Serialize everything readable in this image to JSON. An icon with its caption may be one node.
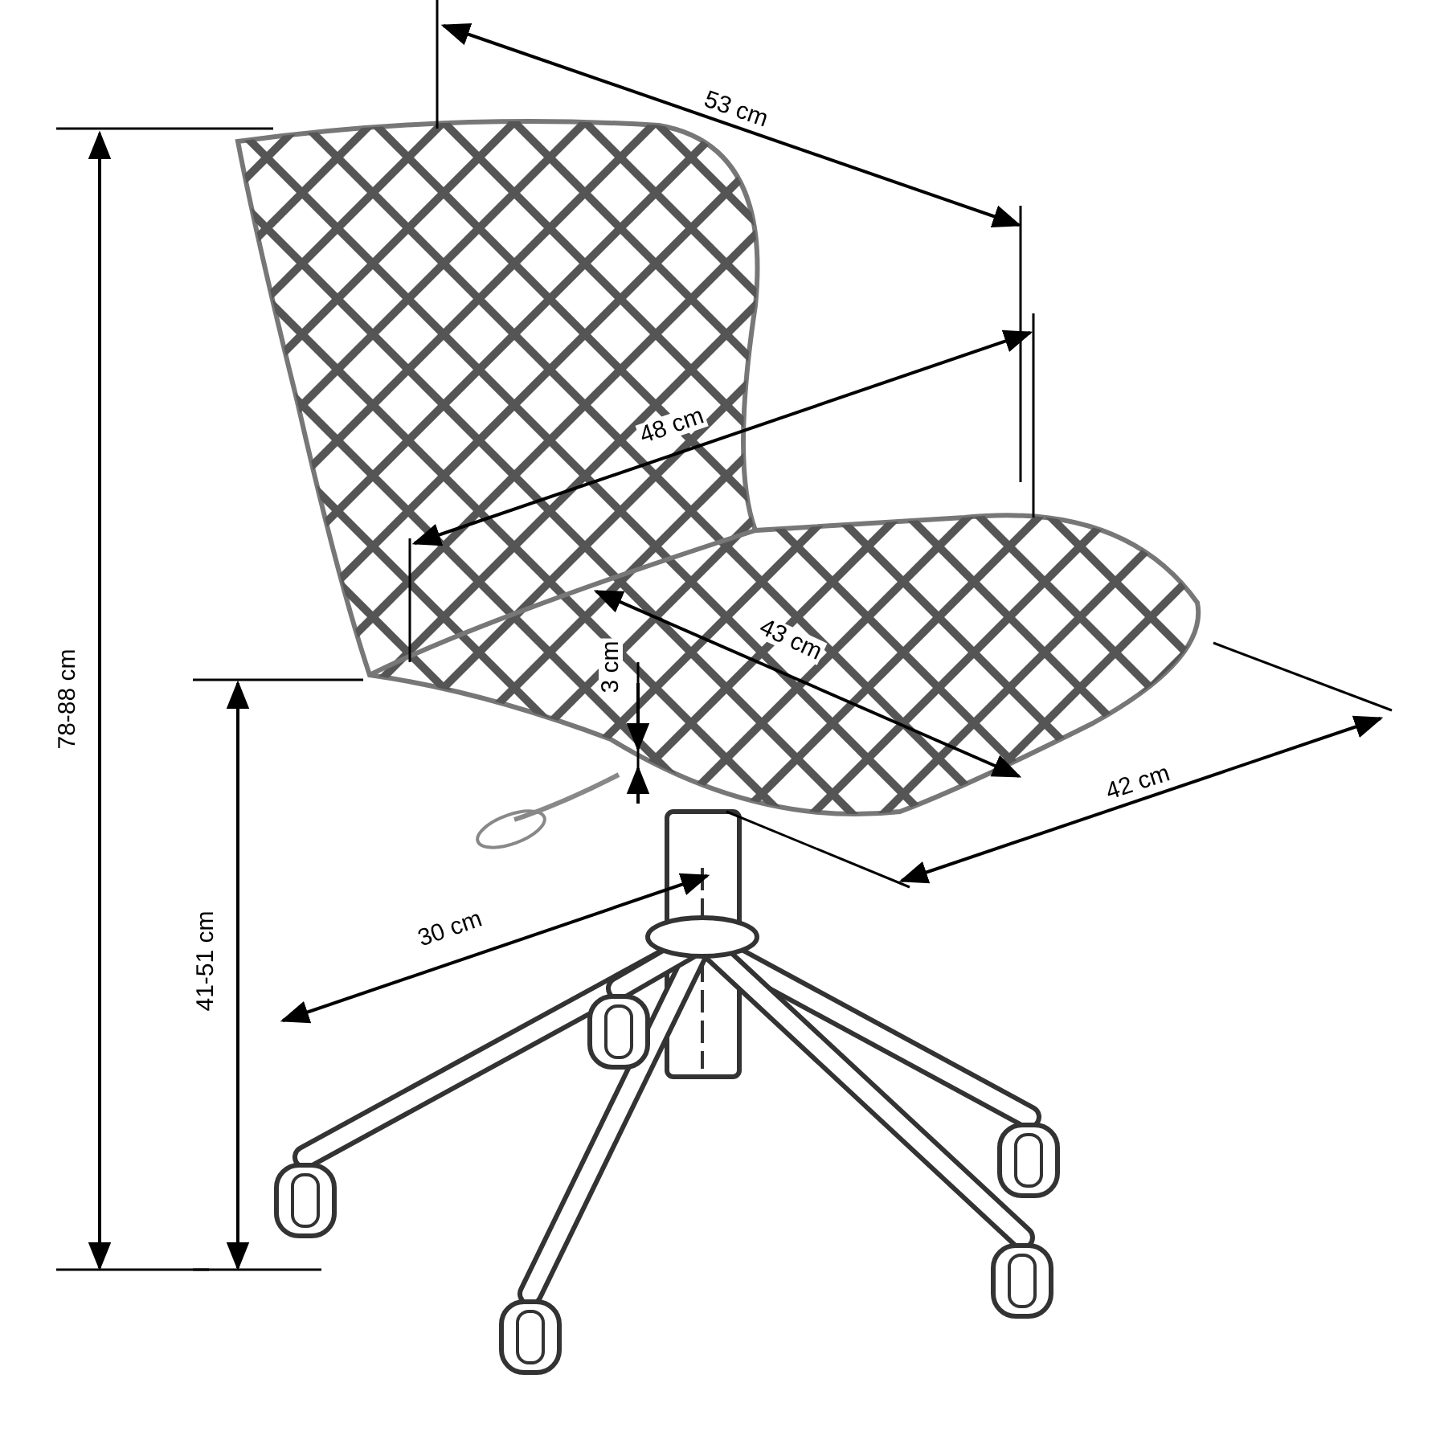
{
  "diagram": {
    "labels": [
      "53 cm",
      "48 cm",
      "43 cm",
      "3 cm",
      "42 cm",
      "30 cm",
      "41-51 cm",
      "78-88 cm"
    ]
  }
}
